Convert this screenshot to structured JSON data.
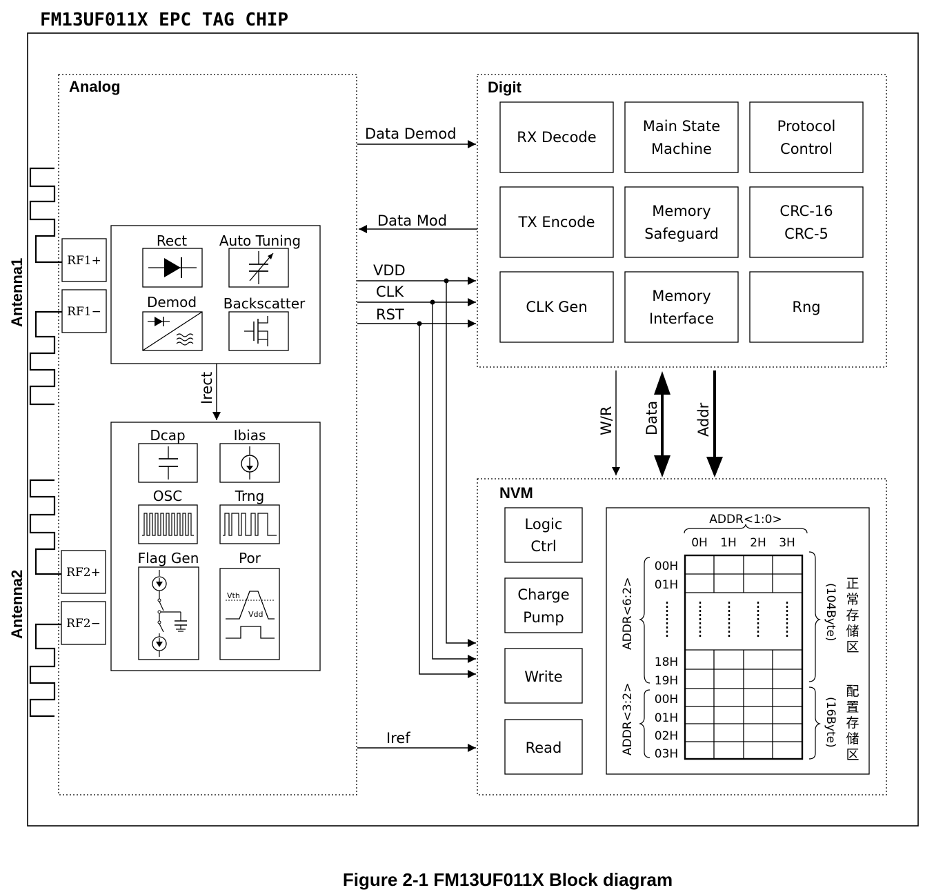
{
  "title": "FM13UF011X EPC TAG CHIP",
  "caption": "Figure 2-1 FM13UF011X Block diagram",
  "antennas": {
    "a1": {
      "label": "Antenna1",
      "pos": "RF1+",
      "neg": "RF1−"
    },
    "a2": {
      "label": "Antenna2",
      "pos": "RF2+",
      "neg": "RF2−"
    }
  },
  "analog": {
    "label": "Analog",
    "rf_block": {
      "rect": "Rect",
      "auto_tuning": "Auto Tuning",
      "demod": "Demod",
      "backscatter": "Backscatter"
    },
    "irect": "Irect",
    "power_block": {
      "dcap": "Dcap",
      "ibias": "Ibias",
      "osc": "OSC",
      "trng": "Trng",
      "flag_gen": "Flag Gen",
      "por": "Por",
      "vth": "Vth",
      "vdd": "Vdd"
    }
  },
  "signals": {
    "data_demod": "Data Demod",
    "data_mod": "Data Mod",
    "vdd": "VDD",
    "clk": "CLK",
    "rst": "RST",
    "iref": "Iref",
    "wr": "W/R",
    "data": "Data",
    "addr": "Addr"
  },
  "digit": {
    "label": "Digit",
    "blocks": {
      "rx_decode": "RX Decode",
      "main_state_1": "Main State",
      "main_state_2": "Machine",
      "protocol_1": "Protocol",
      "protocol_2": "Control",
      "tx_encode": "TX Encode",
      "mem_safe_1": "Memory",
      "mem_safe_2": "Safeguard",
      "crc16": "CRC-16",
      "crc5": "CRC-5",
      "clk_gen": "CLK Gen",
      "mem_if_1": "Memory",
      "mem_if_2": "Interface",
      "rng": "Rng"
    }
  },
  "nvm": {
    "label": "NVM",
    "logic_1": "Logic",
    "logic_2": "Ctrl",
    "charge_1": "Charge",
    "charge_2": "Pump",
    "write": "Write",
    "read": "Read",
    "addr_col": "ADDR<1:0>",
    "cols": [
      "0H",
      "1H",
      "2H",
      "3H"
    ],
    "addr_main": "ADDR<6:2>",
    "addr_cfg": "ADDR<3:2>",
    "rows_main_top": [
      "00H",
      "01H"
    ],
    "rows_main_bottom": [
      "18H",
      "19H"
    ],
    "rows_cfg": [
      "00H",
      "01H",
      "02H",
      "03H"
    ],
    "main_size": "(104Byte)",
    "main_cn": [
      "正",
      "常",
      "存",
      "储",
      "区"
    ],
    "cfg_size": "(16Byte)",
    "cfg_cn": [
      "配",
      "置",
      "存",
      "储",
      "区"
    ]
  }
}
